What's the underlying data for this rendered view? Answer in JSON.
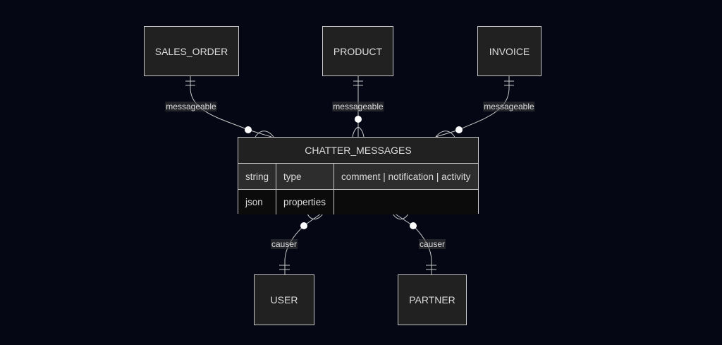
{
  "entities": {
    "sales_order": "SALES_ORDER",
    "product": "PRODUCT",
    "invoice": "INVOICE",
    "user": "USER",
    "partner": "PARTNER"
  },
  "chatter_messages": {
    "title": "CHATTER_MESSAGES",
    "attributes": [
      {
        "type": "string",
        "name": "type",
        "comment": "comment | notification | activity"
      },
      {
        "type": "json",
        "name": "properties",
        "comment": ""
      }
    ]
  },
  "relationships": {
    "sales_order": "messageable",
    "product": "messageable",
    "invoice": "messageable",
    "user": "causer",
    "partner": "causer"
  },
  "colors": {
    "background": "#050814",
    "entity_fill": "#202120",
    "line": "#c8c8c8",
    "text": "#dcdcdc"
  }
}
